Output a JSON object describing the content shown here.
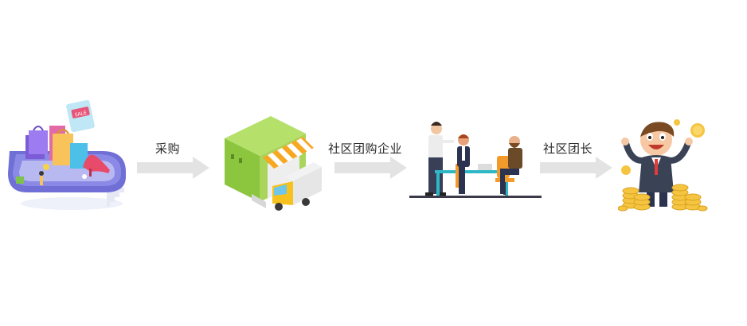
{
  "steps": [
    {
      "id": "shopping",
      "icon": "mobile-shopping-icon",
      "sign_text": "SALE"
    },
    {
      "id": "warehouse",
      "icon": "warehouse-truck-icon"
    },
    {
      "id": "enterprise",
      "icon": "business-meeting-icon"
    },
    {
      "id": "leader",
      "icon": "happy-businessman-coins-icon"
    }
  ],
  "arrows": [
    {
      "label": "采购"
    },
    {
      "label": "社区团购企业"
    },
    {
      "label": "社区团长"
    }
  ],
  "colors": {
    "arrow": "#e3e3e3",
    "label": "#2b2b2b",
    "phone": "#6f6fd6",
    "warehouse": "#8cc63f",
    "awning": "#f7a823",
    "coin": "#f5c542",
    "chair": "#f29b2a"
  }
}
